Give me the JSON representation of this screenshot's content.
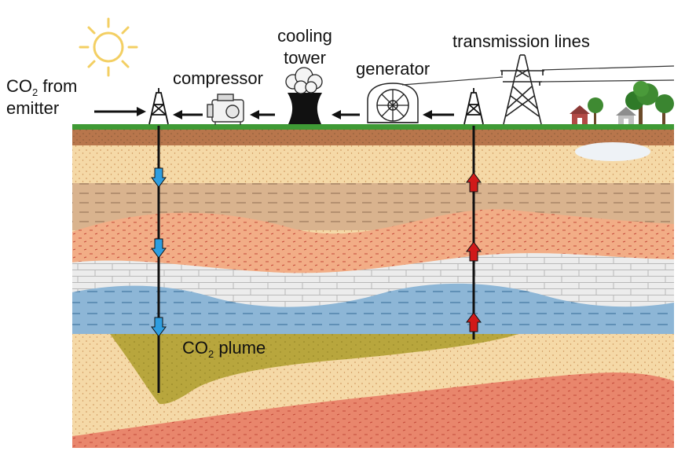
{
  "labels": {
    "co2_from_line1_main": "CO",
    "co2_from_line1_sub": "2",
    "co2_from_line1_rest": " from",
    "co2_from_line2": "emitter",
    "compressor": "compressor",
    "cooling_tower_line1": "cooling",
    "cooling_tower_line2": "tower",
    "generator": "generator",
    "transmission_lines": "transmission lines",
    "plume_main": "CO",
    "plume_sub": "2",
    "plume_rest": " plume"
  },
  "icons": {
    "sun": "sun-icon",
    "injection_rig": "drilling-rig-icon",
    "compressor": "compressor-icon",
    "cooling_tower": "cooling-tower-icon",
    "generator": "turbine-generator-icon",
    "production_rig": "drilling-rig-icon",
    "pylon": "transmission-tower-icon",
    "houses": "house-icon",
    "trees": "tree-icon"
  },
  "flow": {
    "injection_direction": "down",
    "production_direction": "up"
  },
  "colors": {
    "grass": "#3f9a35",
    "topsoil": "#b8764c",
    "sand": "#f5d9a7",
    "shale": "#d9b38e",
    "orange_layer": "#f2ad86",
    "limestone": "#ececec",
    "aquifer": "#8db6d6",
    "plume": "#b8a63d",
    "deep_rock": "#e9866c",
    "inject_arrow": "#2e9ee0",
    "produce_arrow": "#d11a1a",
    "sun": "#f5d66e"
  }
}
